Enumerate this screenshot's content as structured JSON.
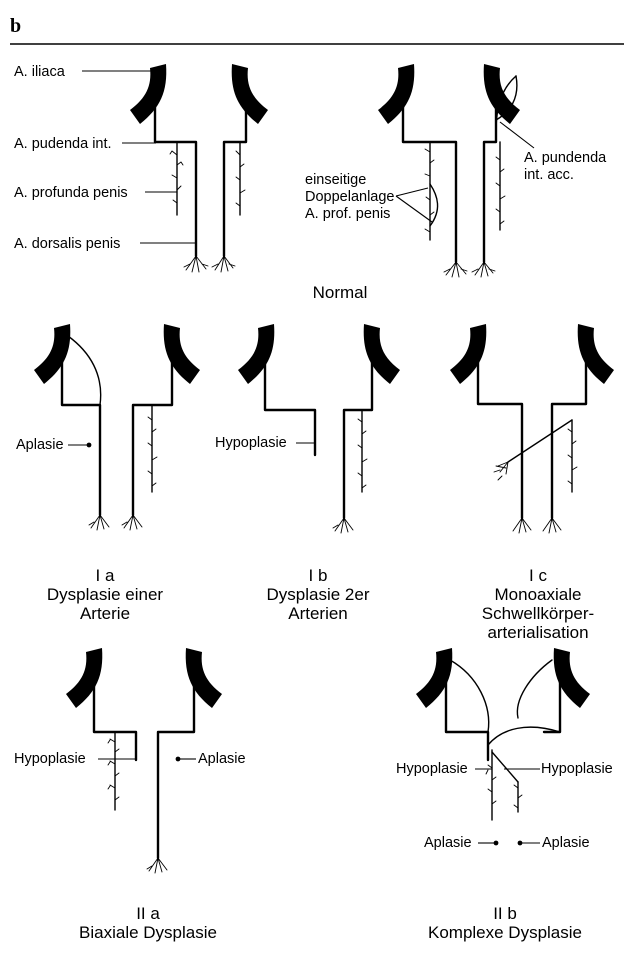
{
  "panel_letter": "b",
  "labels": {
    "a_iliaca": "A. iliaca",
    "a_pudenda_int": "A. pudenda int.",
    "a_profunda_penis": "A. profunda penis",
    "a_dorsalis_penis": "A. dorsalis penis",
    "einseitige": "einseitige",
    "doppelanlage": "Doppelanlage",
    "a_prof_penis": "A. prof. penis",
    "a_pundenda": "A. pundenda",
    "int_acc": "int. acc.",
    "aplasie": "Aplasie",
    "hypoplasie": "Hypoplasie"
  },
  "captions": {
    "normal": "Normal",
    "ia": [
      "I a",
      "Dysplasie einer",
      "Arterie"
    ],
    "ib": [
      "I b",
      "Dysplasie 2er",
      "Arterien"
    ],
    "ic": [
      "I c",
      "Monoaxiale",
      "Schwellkörper-",
      "arterialisation"
    ],
    "iia": [
      "II a",
      "Biaxiale Dysplasie"
    ],
    "iib": [
      "II b",
      "Komplexe Dysplasie"
    ]
  }
}
